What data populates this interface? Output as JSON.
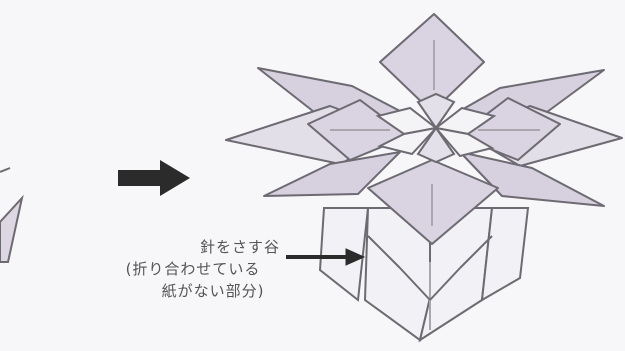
{
  "annotation": {
    "line1": "針をさす谷",
    "line2": "(折り合わせている",
    "line3": "紙がない部分)"
  },
  "colors": {
    "background": "#f7f6f8",
    "paper_fill": "#d9d3e2",
    "paper_light": "#ecebf1",
    "outline": "#6d6a72",
    "arrow": "#2b2b2b"
  },
  "icons": [
    "next-step-arrow",
    "pointer-arrow"
  ]
}
